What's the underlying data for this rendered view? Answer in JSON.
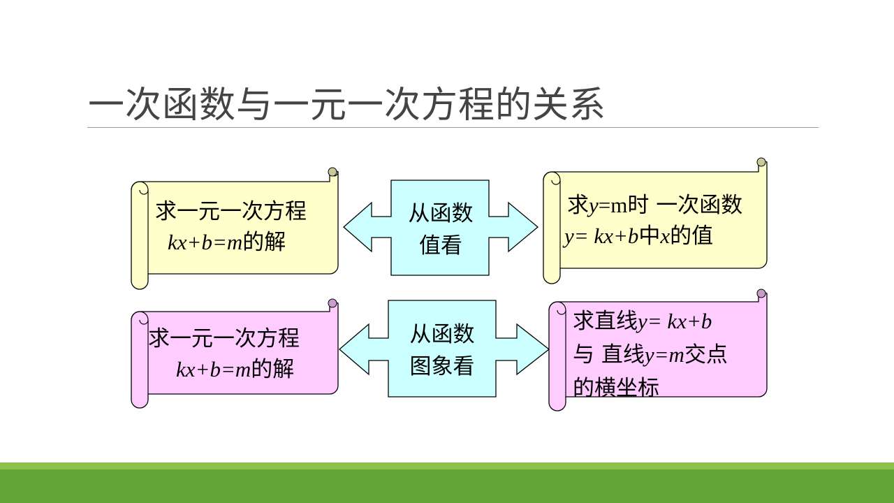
{
  "slide": {
    "title": "一次函数与一元一次方程的关系"
  },
  "rows": [
    {
      "left_scroll": {
        "line1": "求一元一次方程",
        "line2_eq": "kx+b=m",
        "line2_suffix": "的解"
      },
      "center_arrow": {
        "line1": "从函数",
        "line2": "值看"
      },
      "right_scroll": {
        "line1_prefix": "求",
        "line1_var": "y",
        "line1_eq": "=m",
        "line1_suffix": "时 一次函数",
        "line2_eq": "y= kx+b",
        "line2_mid": "中",
        "line2_var": "x",
        "line2_suffix": "的值"
      }
    },
    {
      "left_scroll": {
        "line1": "求一元一次方程",
        "line2_eq": "kx+b=m",
        "line2_suffix": "的解"
      },
      "center_arrow": {
        "line1": "从函数",
        "line2": "图象看"
      },
      "right_scroll": {
        "line1_prefix": "求直线",
        "line1_eq": "y= kx+b",
        "line2_prefix": "与 直线",
        "line2_eq": "y=m",
        "line2_suffix": "交点",
        "line3": "的横坐标"
      }
    }
  ],
  "colors": {
    "yellow_scroll": "#ffffcc",
    "pink_scroll": "#ffccff",
    "arrow_fill": "#ccffff",
    "bar_light": "#8cc04b",
    "bar_dark": "#63a537"
  }
}
